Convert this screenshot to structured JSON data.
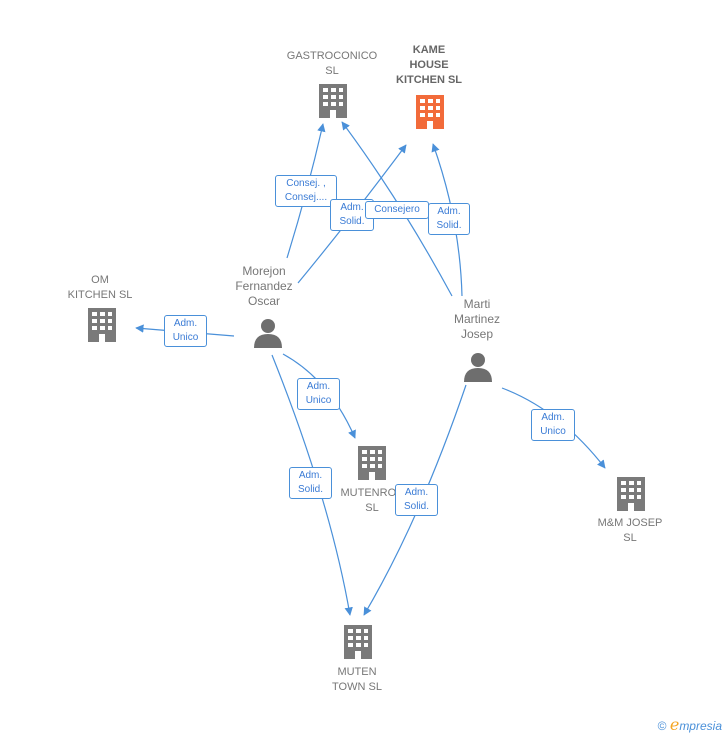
{
  "companies": {
    "gastroconico": "GASTROCONICO\nSL",
    "kame": "KAME\nHOUSE\nKITCHEN  SL",
    "om": "OM\nKITCHEN  SL",
    "mutenros": "MUTENROS\nSL",
    "mm_josep": "M&M JOSEP\nSL",
    "muten_town": "MUTEN\nTOWN  SL"
  },
  "people": {
    "morejon": "Morejon\nFernandez\nOscar",
    "marti": "Marti\nMartinez\nJosep"
  },
  "edge_labels": {
    "consej": "Consej. ,\nConsej....",
    "adm_solid_1": "Adm.\nSolid.",
    "consejero": "Consejero",
    "adm_solid_2": "Adm.\nSolid.",
    "adm_unico_om": "Adm.\nUnico",
    "adm_unico_mutenros": "Adm.\nUnico",
    "adm_solid_muten_1": "Adm.\nSolid.",
    "adm_solid_muten_2": "Adm.\nSolid.",
    "adm_unico_mm": "Adm.\nUnico"
  },
  "colors": {
    "company": "#7a7a7a",
    "highlight": "#f26b3a",
    "edge": "#4a90d9",
    "person": "#6e6e6e"
  },
  "footer": {
    "copyright": "©",
    "brand_e": "e",
    "brand_rest": "mpresia"
  }
}
